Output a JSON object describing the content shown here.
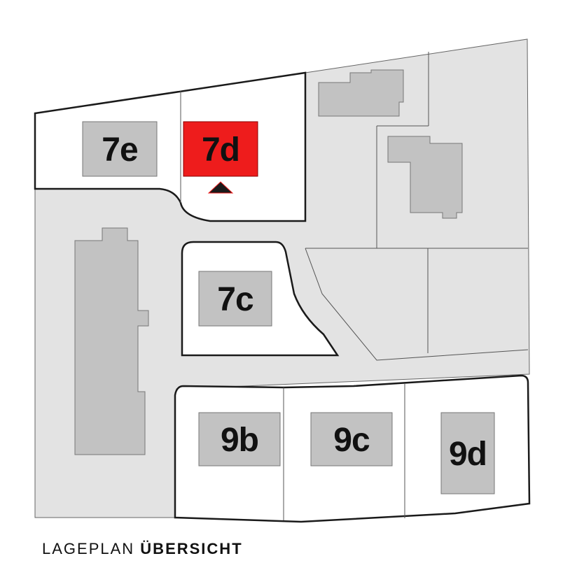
{
  "plots": [
    {
      "id": "7e",
      "label": "7e",
      "highlighted": false
    },
    {
      "id": "7d",
      "label": "7d",
      "highlighted": true
    },
    {
      "id": "7c",
      "label": "7c",
      "highlighted": false
    },
    {
      "id": "9b",
      "label": "9b",
      "highlighted": false
    },
    {
      "id": "9c",
      "label": "9c",
      "highlighted": false
    },
    {
      "id": "9d",
      "label": "9d",
      "highlighted": false
    }
  ],
  "marker": {
    "name": "location-marker-icon",
    "points_at": "7d"
  },
  "caption": {
    "regular": "LAGEPLAN",
    "bold": "ÜBERSICHT"
  },
  "colors": {
    "background_area": "#e3e3e3",
    "building_gray": "#c2c2c2",
    "plot_white": "#ffffff",
    "highlight_red": "#ee1c1c",
    "outline": "#1a1a1a"
  }
}
